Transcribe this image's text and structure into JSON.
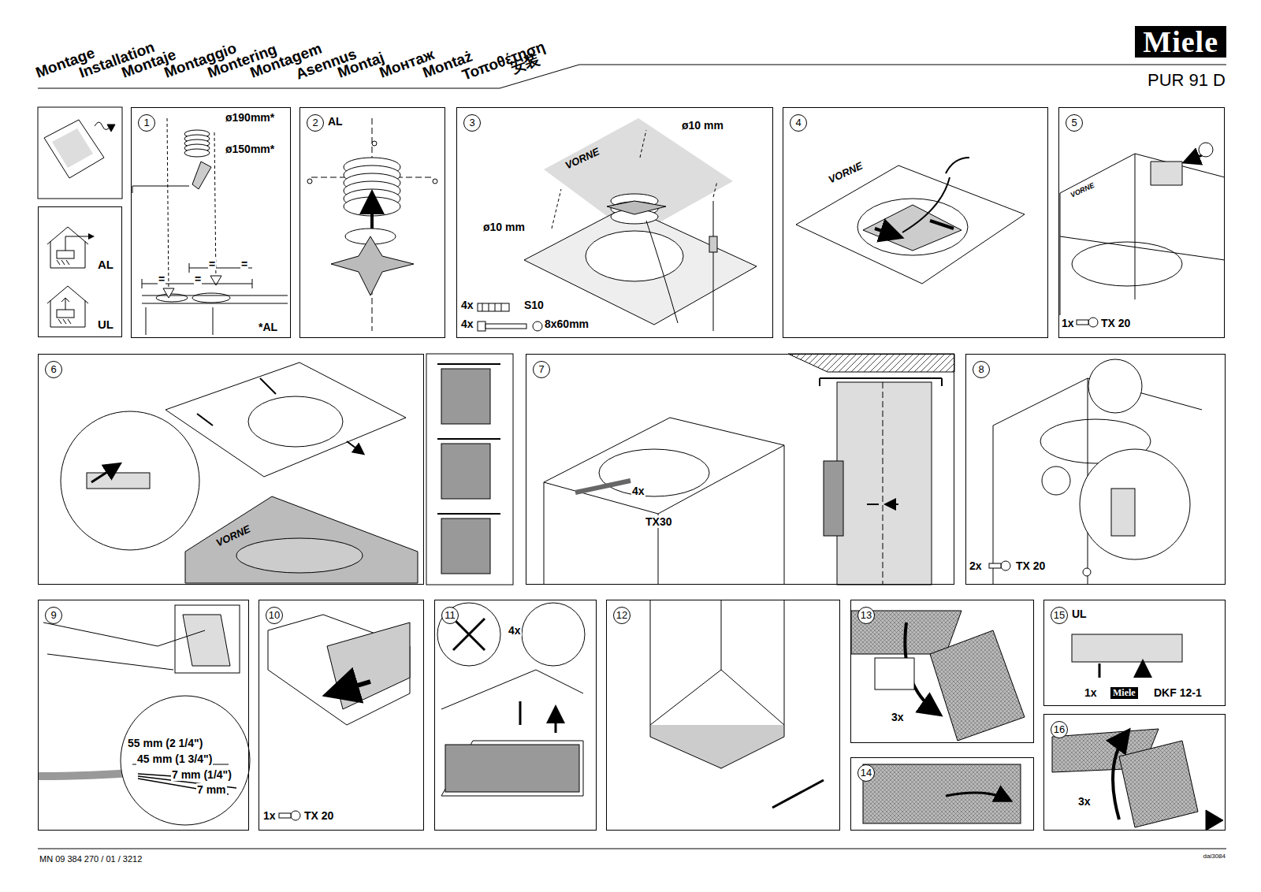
{
  "diagram": {
    "title": "PUR 91 D",
    "nodes": [
      {
        "text": [
          "AL",
          "UL"
        ]
      },
      {
        "text": [
          "1",
          "ø190mm*",
          "ø150mm*",
          "=",
          "=",
          "=",
          "=",
          "*AL"
        ]
      },
      {
        "text": [
          "2",
          "AL"
        ]
      },
      {
        "text": [
          "3",
          "VORNE",
          "ø10 mm",
          "ø10 mm",
          "4x",
          "S10",
          "4x",
          "8x60mm"
        ]
      },
      {
        "text": [
          "4",
          "VORNE"
        ]
      },
      {
        "text": [
          "5",
          "VORNE",
          "1x",
          "TX 20"
        ]
      },
      {
        "text": [
          "6",
          "VORNE"
        ]
      },
      {
        "text": [
          "7",
          "TX30",
          "4x"
        ]
      },
      {
        "text": [
          "8",
          "2x",
          "TX 20"
        ]
      },
      {
        "text": [
          "9",
          "55 mm (2 1/4\")",
          "45 mm (1 3/4\")",
          "7 mm (1/4\")",
          "7 mm"
        ]
      },
      {
        "text": [
          "10",
          "1x",
          "TX 20"
        ]
      },
      {
        "text": [
          "11",
          "4x"
        ]
      },
      {
        "text": [
          "12"
        ]
      },
      {
        "text": [
          "13",
          "3x"
        ]
      },
      {
        "text": [
          "14"
        ]
      },
      {
        "text": [
          "15",
          "UL",
          "1x",
          "Miele",
          "DKF 12-1"
        ]
      },
      {
        "text": [
          "16",
          "3x"
        ]
      }
    ],
    "labels": [
      "Montage",
      "Installation",
      "Montaje",
      "Montaggio",
      "Montering",
      "Montagem",
      "Asennus",
      "Montaj",
      "Монтаж",
      "Montaż",
      "Τοποθέτηση",
      "安装",
      "Miele",
      "MN 09 384 270 / 01 / 3212",
      "dai3084"
    ]
  }
}
